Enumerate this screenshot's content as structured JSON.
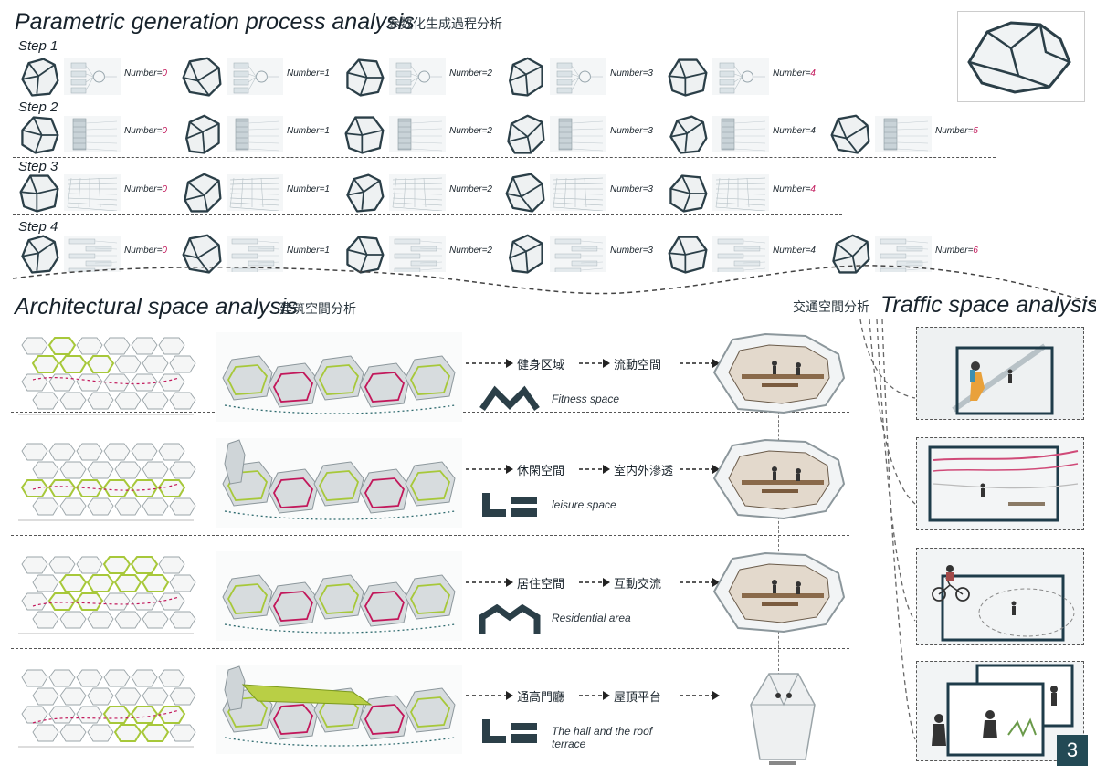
{
  "sections": {
    "parametric": {
      "title_en": "Parametric generation process analysis",
      "title_cn": "参数化生成過程分析"
    },
    "architectural": {
      "title_en": "Architectural space analysis",
      "title_cn": "建筑空間分析"
    },
    "traffic": {
      "title_en": "Traffic space analysis",
      "title_cn": "交通空間分析"
    }
  },
  "steps": [
    {
      "label": "Step 1",
      "items": [
        {
          "prefix": "Number=",
          "value": "0",
          "highlight": true
        },
        {
          "prefix": "Number=",
          "value": "1",
          "highlight": false
        },
        {
          "prefix": "Number=",
          "value": "2",
          "highlight": false
        },
        {
          "prefix": "Number=",
          "value": "3",
          "highlight": false
        },
        {
          "prefix": "Number=",
          "value": "4",
          "highlight": true
        }
      ]
    },
    {
      "label": "Step 2",
      "items": [
        {
          "prefix": "Number=",
          "value": "0",
          "highlight": true
        },
        {
          "prefix": "Number=",
          "value": "1",
          "highlight": false
        },
        {
          "prefix": "Number=",
          "value": "2",
          "highlight": false
        },
        {
          "prefix": "Number=",
          "value": "3",
          "highlight": false
        },
        {
          "prefix": "Number=",
          "value": "4",
          "highlight": false
        },
        {
          "prefix": "Number=",
          "value": "5",
          "highlight": true
        }
      ]
    },
    {
      "label": "Step 3",
      "items": [
        {
          "prefix": "Number=",
          "value": "0",
          "highlight": true
        },
        {
          "prefix": "Number=",
          "value": "1",
          "highlight": false
        },
        {
          "prefix": "Number=",
          "value": "2",
          "highlight": false
        },
        {
          "prefix": "Number=",
          "value": "3",
          "highlight": false
        },
        {
          "prefix": "Number=",
          "value": "4",
          "highlight": true
        }
      ]
    },
    {
      "label": "Step 4",
      "items": [
        {
          "prefix": "Number=",
          "value": "0",
          "highlight": true
        },
        {
          "prefix": "Number=",
          "value": "1",
          "highlight": false
        },
        {
          "prefix": "Number=",
          "value": "2",
          "highlight": false
        },
        {
          "prefix": "Number=",
          "value": "3",
          "highlight": false
        },
        {
          "prefix": "Number=",
          "value": "4",
          "highlight": false
        },
        {
          "prefix": "Number=",
          "value": "6",
          "highlight": true
        }
      ]
    }
  ],
  "spaces": [
    {
      "from_cn": "健身区域",
      "to_cn": "流動空間",
      "label_en": "Fitness space",
      "icon": "zigzag-icon"
    },
    {
      "from_cn": "休閑空間",
      "to_cn": "室内外滲透",
      "label_en": "leisure space",
      "icon": "le-icon"
    },
    {
      "from_cn": "居住空間",
      "to_cn": "互動交流",
      "label_en": "Residential area",
      "icon": "roof-icon"
    },
    {
      "from_cn": "通高門廳",
      "to_cn": "屋頂平台",
      "label_en": "The hall and the roof terrace",
      "icon": "le-icon"
    }
  ],
  "page_number": "3",
  "colors": {
    "accent_green": "#a7c83a",
    "accent_magenta": "#c2185b",
    "stone_outline": "#2b3f48",
    "badge": "#234a55"
  }
}
